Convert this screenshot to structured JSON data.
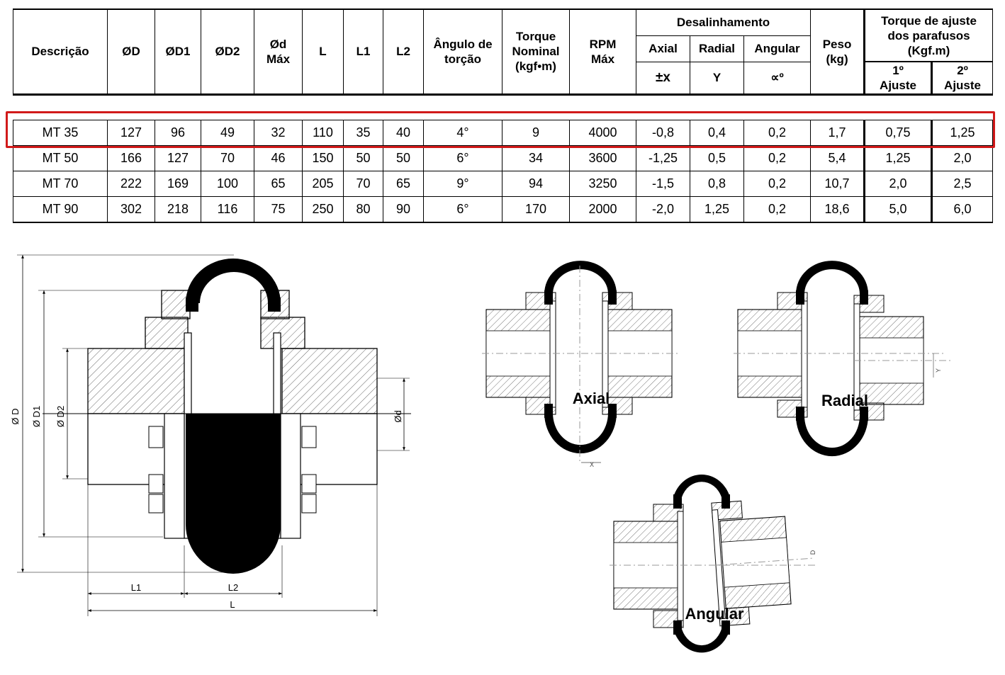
{
  "table": {
    "headers": {
      "descricao": "Descrição",
      "od": "ØD",
      "od1": "ØD1",
      "od2": "ØD2",
      "odmax": [
        "Ød",
        "Máx"
      ],
      "l": "L",
      "l1": "L1",
      "l2": "L2",
      "angulo": [
        "Ângulo de",
        "torção"
      ],
      "torque_nominal": [
        "Torque",
        "Nominal",
        "(kgf•m)"
      ],
      "rpm": [
        "RPM",
        "Máx"
      ],
      "desalinhamento": "Desalinhamento",
      "axial": "Axial",
      "radial": "Radial",
      "angular": "Angular",
      "axial_sym": "±x",
      "radial_sym": "Y",
      "angular_sym": "∝º",
      "peso": [
        "Peso",
        "(kg)"
      ],
      "torque_ajuste": [
        "Torque de ajuste",
        "dos parafusos",
        "(Kgf.m)"
      ],
      "ajuste1": [
        "1º",
        "Ajuste"
      ],
      "ajuste2": [
        "2º",
        "Ajuste"
      ]
    },
    "rows": [
      [
        "MT 35",
        "127",
        "96",
        "49",
        "32",
        "110",
        "35",
        "40",
        "4°",
        "9",
        "4000",
        "-0,8",
        "0,4",
        "0,2",
        "1,7",
        "0,75",
        "1,25"
      ],
      [
        "MT 50",
        "166",
        "127",
        "70",
        "46",
        "150",
        "50",
        "50",
        "6°",
        "34",
        "3600",
        "-1,25",
        "0,5",
        "0,2",
        "5,4",
        "1,25",
        "2,0"
      ],
      [
        "MT 70",
        "222",
        "169",
        "100",
        "65",
        "205",
        "70",
        "65",
        "9°",
        "94",
        "3250",
        "-1,5",
        "0,8",
        "0,2",
        "10,7",
        "2,0",
        "2,5"
      ],
      [
        "MT 90",
        "302",
        "218",
        "116",
        "75",
        "250",
        "80",
        "90",
        "6°",
        "170",
        "2000",
        "-2,0",
        "1,25",
        "0,2",
        "18,6",
        "5,0",
        "6,0"
      ]
    ],
    "highlighted_row": 0
  },
  "drawing_main": {
    "dim_labels": {
      "d": "Ø D",
      "d1": "Ø D1",
      "d2": "Ø D2",
      "dd": "Ød",
      "l1": "L1",
      "l2": "L2",
      "l": "L"
    }
  },
  "drawing_axial": {
    "label": "Axial",
    "dim": "X"
  },
  "drawing_radial": {
    "label": "Radial",
    "dim": "Y"
  },
  "drawing_angular": {
    "label": "Angular",
    "dim": "D"
  },
  "colors": {
    "highlight": "#d11a1a",
    "rubber": "#000000",
    "hatch": "#555555"
  }
}
